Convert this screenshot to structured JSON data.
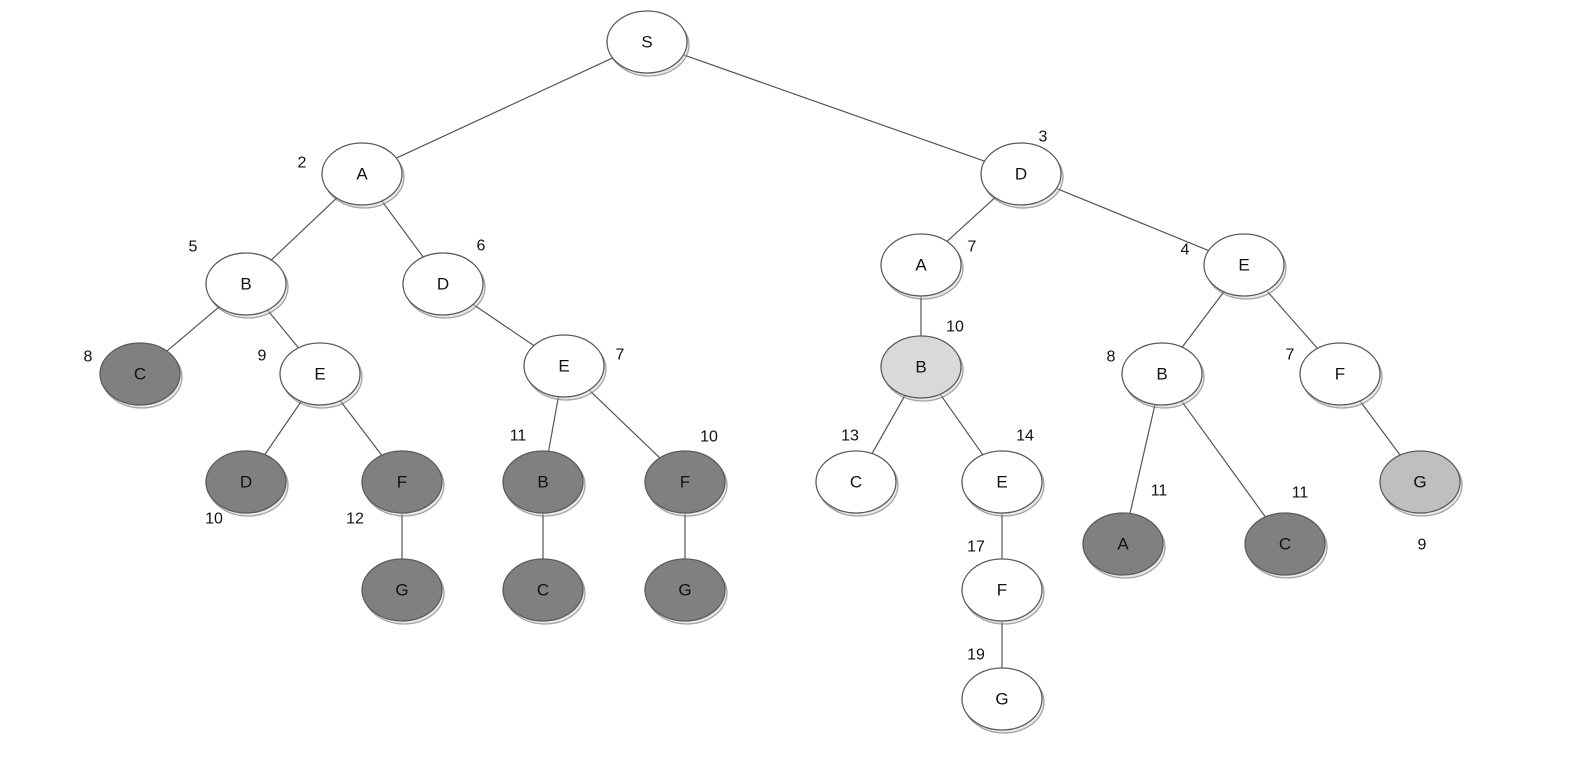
{
  "diagram": {
    "type": "search-tree",
    "state_colors": {
      "open": "#ffffff",
      "expanded_light": "#d9d9d9",
      "goal_found": "#bfbfbf",
      "pruned": "#808080"
    },
    "nodes": [
      {
        "id": "n0",
        "label": "S",
        "cost": "",
        "state": "open",
        "parent": null
      },
      {
        "id": "n1",
        "label": "A",
        "cost": "2",
        "state": "open",
        "parent": "n0"
      },
      {
        "id": "n2",
        "label": "D",
        "cost": "3",
        "state": "open",
        "parent": "n0"
      },
      {
        "id": "n3",
        "label": "B",
        "cost": "5",
        "state": "open",
        "parent": "n1"
      },
      {
        "id": "n4",
        "label": "D",
        "cost": "6",
        "state": "open",
        "parent": "n1"
      },
      {
        "id": "n5",
        "label": "C",
        "cost": "8",
        "state": "pruned",
        "parent": "n3"
      },
      {
        "id": "n6",
        "label": "E",
        "cost": "9",
        "state": "open",
        "parent": "n3"
      },
      {
        "id": "n7",
        "label": "E",
        "cost": "7",
        "state": "open",
        "parent": "n4"
      },
      {
        "id": "n8",
        "label": "D",
        "cost": "10",
        "state": "pruned",
        "parent": "n6"
      },
      {
        "id": "n9",
        "label": "F",
        "cost": "12",
        "state": "pruned",
        "parent": "n6"
      },
      {
        "id": "n10",
        "label": "G",
        "cost": "",
        "state": "pruned",
        "parent": "n9"
      },
      {
        "id": "n11",
        "label": "B",
        "cost": "11",
        "state": "pruned",
        "parent": "n7"
      },
      {
        "id": "n12",
        "label": "C",
        "cost": "",
        "state": "pruned",
        "parent": "n11"
      },
      {
        "id": "n13",
        "label": "F",
        "cost": "10",
        "state": "pruned",
        "parent": "n7"
      },
      {
        "id": "n14",
        "label": "G",
        "cost": "",
        "state": "pruned",
        "parent": "n13"
      },
      {
        "id": "n15",
        "label": "A",
        "cost": "7",
        "state": "open",
        "parent": "n2"
      },
      {
        "id": "n16",
        "label": "E",
        "cost": "4",
        "state": "open",
        "parent": "n2"
      },
      {
        "id": "n17",
        "label": "B",
        "cost": "10",
        "state": "expanded_light",
        "parent": "n15"
      },
      {
        "id": "n18",
        "label": "C",
        "cost": "13",
        "state": "open",
        "parent": "n17"
      },
      {
        "id": "n19",
        "label": "E",
        "cost": "14",
        "state": "open",
        "parent": "n17"
      },
      {
        "id": "n20",
        "label": "F",
        "cost": "17",
        "state": "open",
        "parent": "n19"
      },
      {
        "id": "n21",
        "label": "G",
        "cost": "19",
        "state": "open",
        "parent": "n20"
      },
      {
        "id": "n22",
        "label": "B",
        "cost": "8",
        "state": "open",
        "parent": "n16"
      },
      {
        "id": "n23",
        "label": "F",
        "cost": "7",
        "state": "open",
        "parent": "n16"
      },
      {
        "id": "n24",
        "label": "A",
        "cost": "11",
        "state": "pruned",
        "parent": "n22"
      },
      {
        "id": "n25",
        "label": "C",
        "cost": "11",
        "state": "pruned",
        "parent": "n22"
      },
      {
        "id": "n26",
        "label": "G",
        "cost": "9",
        "state": "goal_found",
        "parent": "n23"
      }
    ]
  }
}
